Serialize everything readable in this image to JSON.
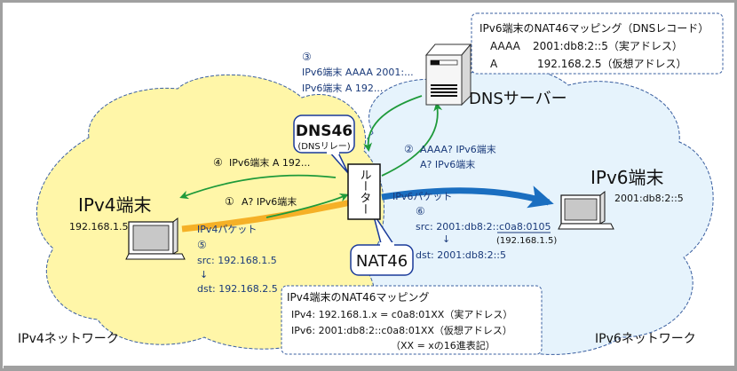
{
  "diagram": {
    "networks": {
      "ipv4": {
        "label": "IPv4ネットワーク",
        "color": "#fff6a8"
      },
      "ipv6": {
        "label": "IPv6ネットワーク",
        "color": "#e6f3fc"
      }
    },
    "dns_server": {
      "label": "DNSサーバー"
    },
    "router": {
      "label": "ルーター"
    },
    "callouts": {
      "dns46": {
        "title": "DNS46",
        "subtitle": "(DNSリレー)"
      },
      "nat46": {
        "title": "NAT46"
      }
    },
    "ipv4_host": {
      "label": "IPv4端末",
      "address": "192.168.1.5"
    },
    "ipv6_host": {
      "label": "IPv6端末",
      "address": "2001:db8:2::5"
    },
    "steps": {
      "step1": {
        "num": "①",
        "text": "A? IPv6端末"
      },
      "step2": {
        "num": "②",
        "line1": "AAAA? IPv6端末",
        "line2": "A? IPv6端末"
      },
      "step3": {
        "num": "③",
        "line1": "IPv6端末 AAAA 2001:...",
        "line2": "IPv6端末 A 192..."
      },
      "step4": {
        "num": "④",
        "text": "IPv6端末 A 192..."
      },
      "step5": {
        "num": "⑤",
        "packet": "IPv4パケット",
        "src": "src: 192.168.1.5",
        "arrow": "↓",
        "dst": "dst: 192.168.2.5"
      },
      "step6": {
        "num": "⑥",
        "packet": "IPv6パケット",
        "src": "src: 2001:db8:2::c0a8:0105",
        "src_note": "(192.168.1.5)",
        "arrow": "↓",
        "dst": "dst: 2001:db8:2::5"
      }
    },
    "dns_mapping_box": {
      "title": "IPv6端末のNAT46マッピング（DNSレコード）",
      "rows": [
        {
          "type": "AAAA",
          "value": "2001:db8:2::5（実アドレス）"
        },
        {
          "type": "A",
          "value": "192.168.2.5（仮想アドレス）"
        }
      ]
    },
    "nat_mapping_box": {
      "title": "IPv4端末のNAT46マッピング",
      "lines": [
        "IPv4: 192.168.1.x = c0a8:01XX（実アドレス）",
        "IPv6: 2001:db8:2::c0a8:01XX（仮想アドレス）",
        "（XX = xの16進表記）"
      ]
    },
    "colors": {
      "green_arrow": "#1e9a3a",
      "blue_arrow": "#1a6ec0",
      "orange_arrow": "#f5b027",
      "text_blue": "#1a3a7a",
      "cloud_border": "#3a5fa0"
    }
  }
}
